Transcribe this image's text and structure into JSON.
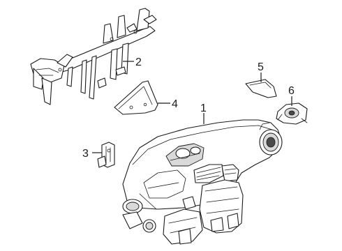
{
  "callouts": [
    {
      "id": "1",
      "label": "1"
    },
    {
      "id": "2",
      "label": "2"
    },
    {
      "id": "3",
      "label": "3"
    },
    {
      "id": "4",
      "label": "4"
    },
    {
      "id": "5",
      "label": "5"
    },
    {
      "id": "6",
      "label": "6"
    }
  ],
  "colors": {
    "line": "#1a1a1a",
    "background": "#ffffff",
    "shade": "#d9d9d9"
  }
}
